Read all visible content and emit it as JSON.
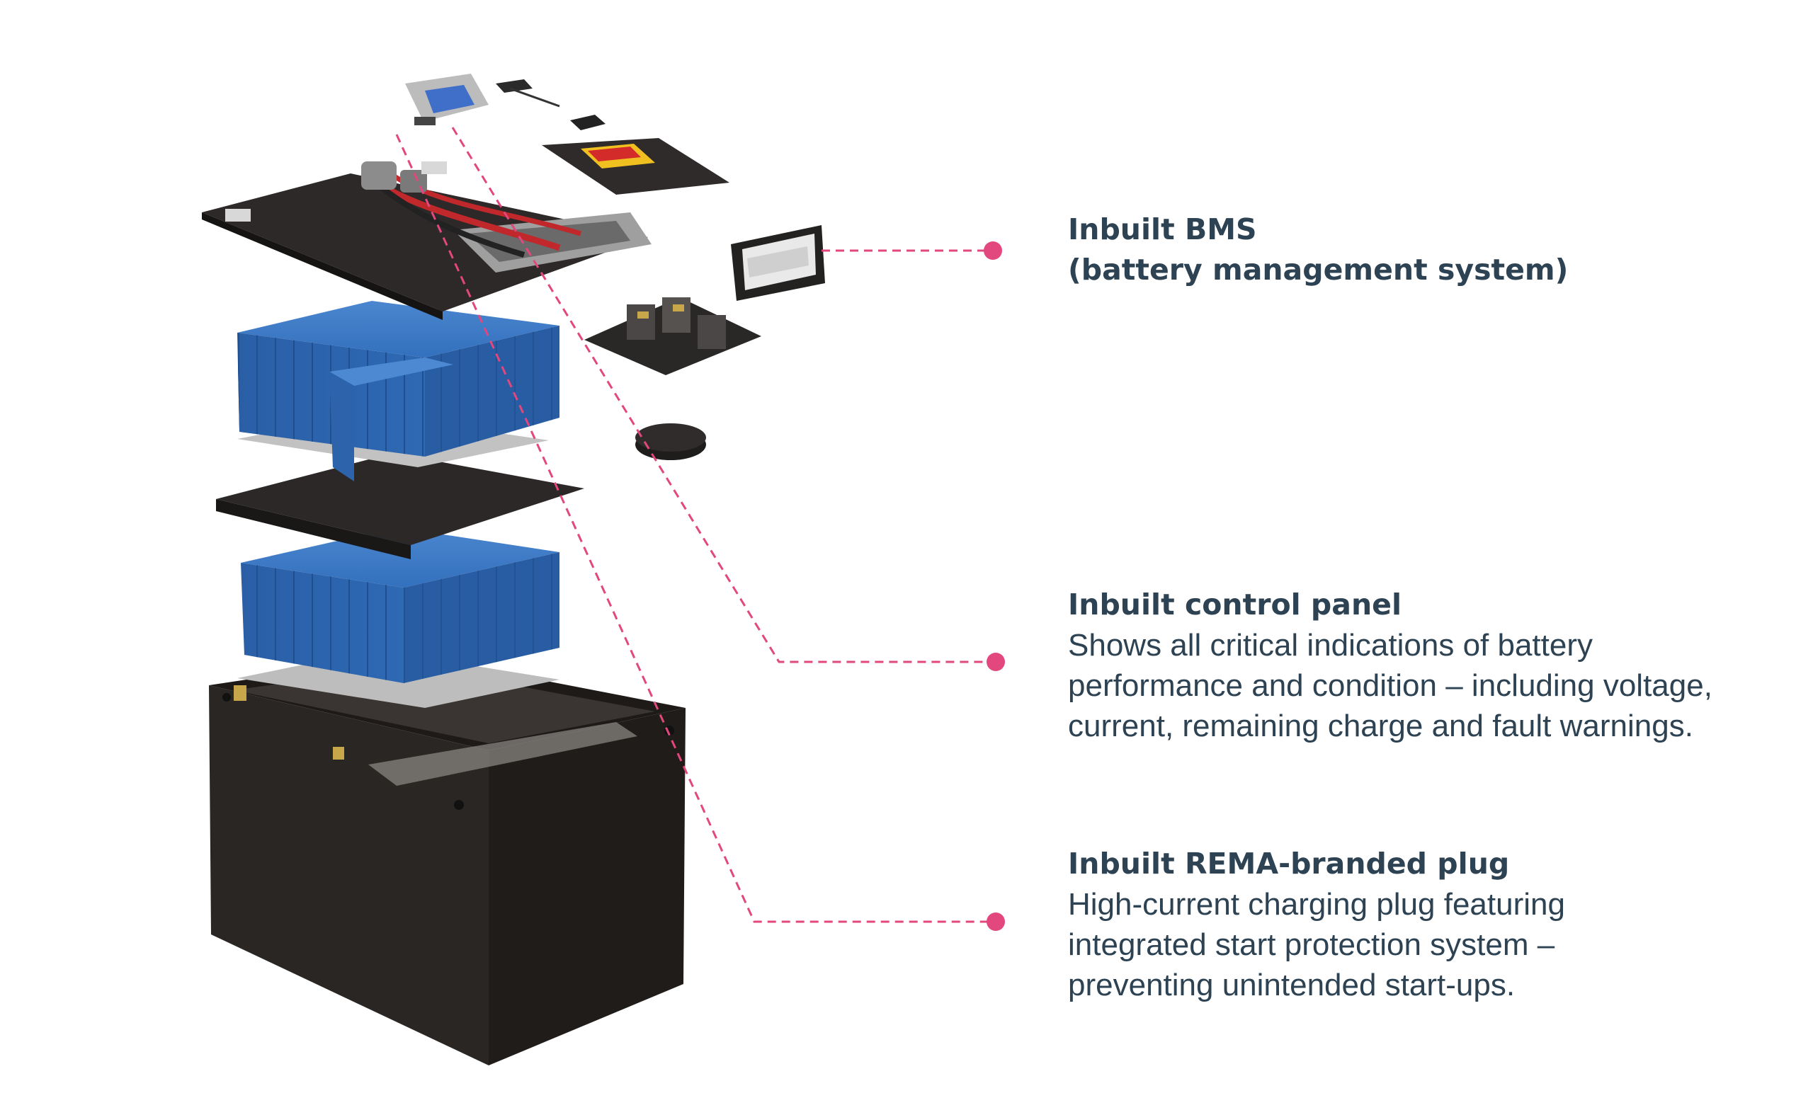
{
  "callouts": {
    "bms": {
      "title_line1": "Inbuilt BMS",
      "title_line2": "(battery management system)"
    },
    "control_panel": {
      "title": "Inbuilt control panel",
      "body_line1": "Shows all critical indications of battery",
      "body_line2": "performance and condition – including voltage,",
      "body_line3": "current, remaining charge and fault warnings."
    },
    "plug": {
      "title": "Inbuilt REMA-branded plug",
      "body_line1": "High-current charging plug featuring",
      "body_line2": "integrated start protection system –",
      "body_line3": "preventing unintended start-ups."
    }
  },
  "colors": {
    "leader": "#e2477e",
    "title_text": "#2d4252",
    "cell_blue": "#2f68b3",
    "housing": "#2a2623",
    "plate_dark": "#2b2827",
    "plate_grey": "#bfbfbf"
  }
}
